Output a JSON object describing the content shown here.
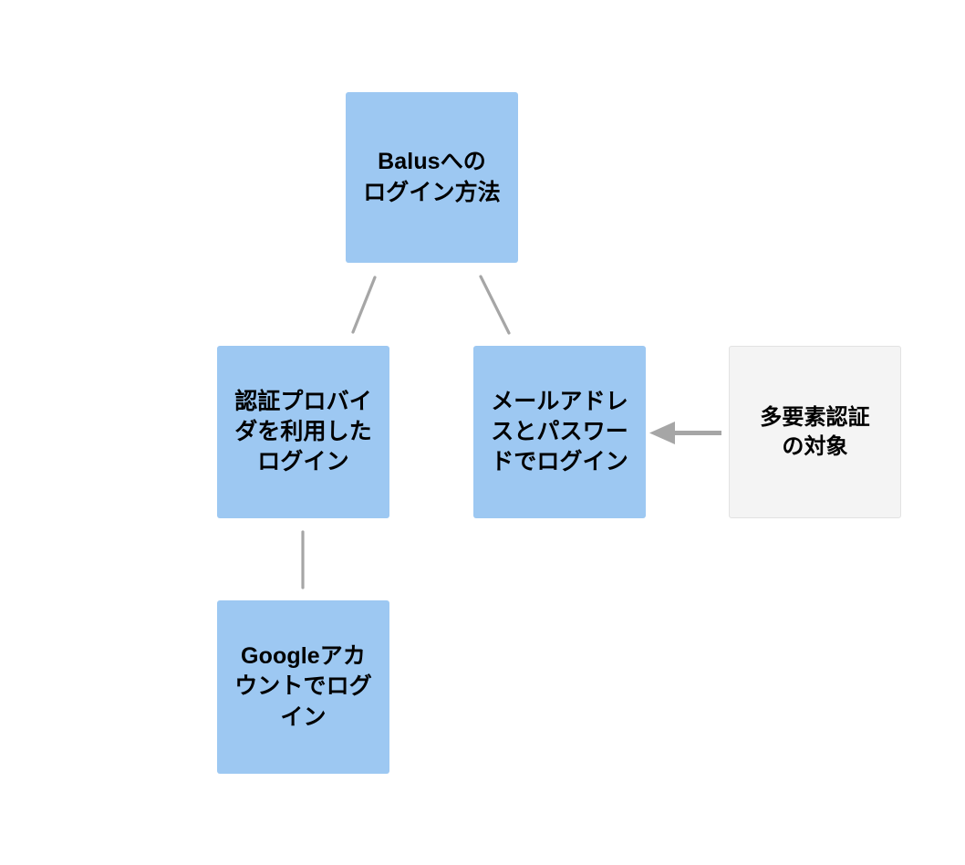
{
  "diagram": {
    "type": "tree",
    "title": "Balusへのログイン方法",
    "background": "#ffffff",
    "node_fill_blue": "#9dc8f2",
    "node_fill_gray": "#f4f4f4",
    "connector_color": "#a6a6a6",
    "nodes": [
      {
        "id": "root",
        "label": "Balusへの\nログイン方法",
        "text_plain": "Balusへのログイン方法",
        "style": "blue"
      },
      {
        "id": "provider",
        "label": "認証プロバイ\nダを利用した\nログイン",
        "text_plain": "認証プロバイダを利用したログイン",
        "style": "blue"
      },
      {
        "id": "emailpass",
        "label": "メールアドレ\nスとパスワー\nドでログイン",
        "text_plain": "メールアドレスとパスワードでログイン",
        "style": "blue"
      },
      {
        "id": "mfa",
        "label": "多要素認証\nの対象",
        "text_plain": "多要素認証の対象",
        "style": "gray"
      },
      {
        "id": "google",
        "label": "Googleアカ\nウントでログ\nイン",
        "text_plain": "Googleアカウントでログイン",
        "style": "blue"
      }
    ],
    "edges": [
      {
        "id": "root-provider",
        "from": "root",
        "to": "provider",
        "kind": "line"
      },
      {
        "id": "root-emailpass",
        "from": "root",
        "to": "emailpass",
        "kind": "line"
      },
      {
        "id": "provider-google",
        "from": "provider",
        "to": "google",
        "kind": "line"
      },
      {
        "id": "mfa-emailpass",
        "from": "mfa",
        "to": "emailpass",
        "kind": "arrow"
      }
    ]
  }
}
